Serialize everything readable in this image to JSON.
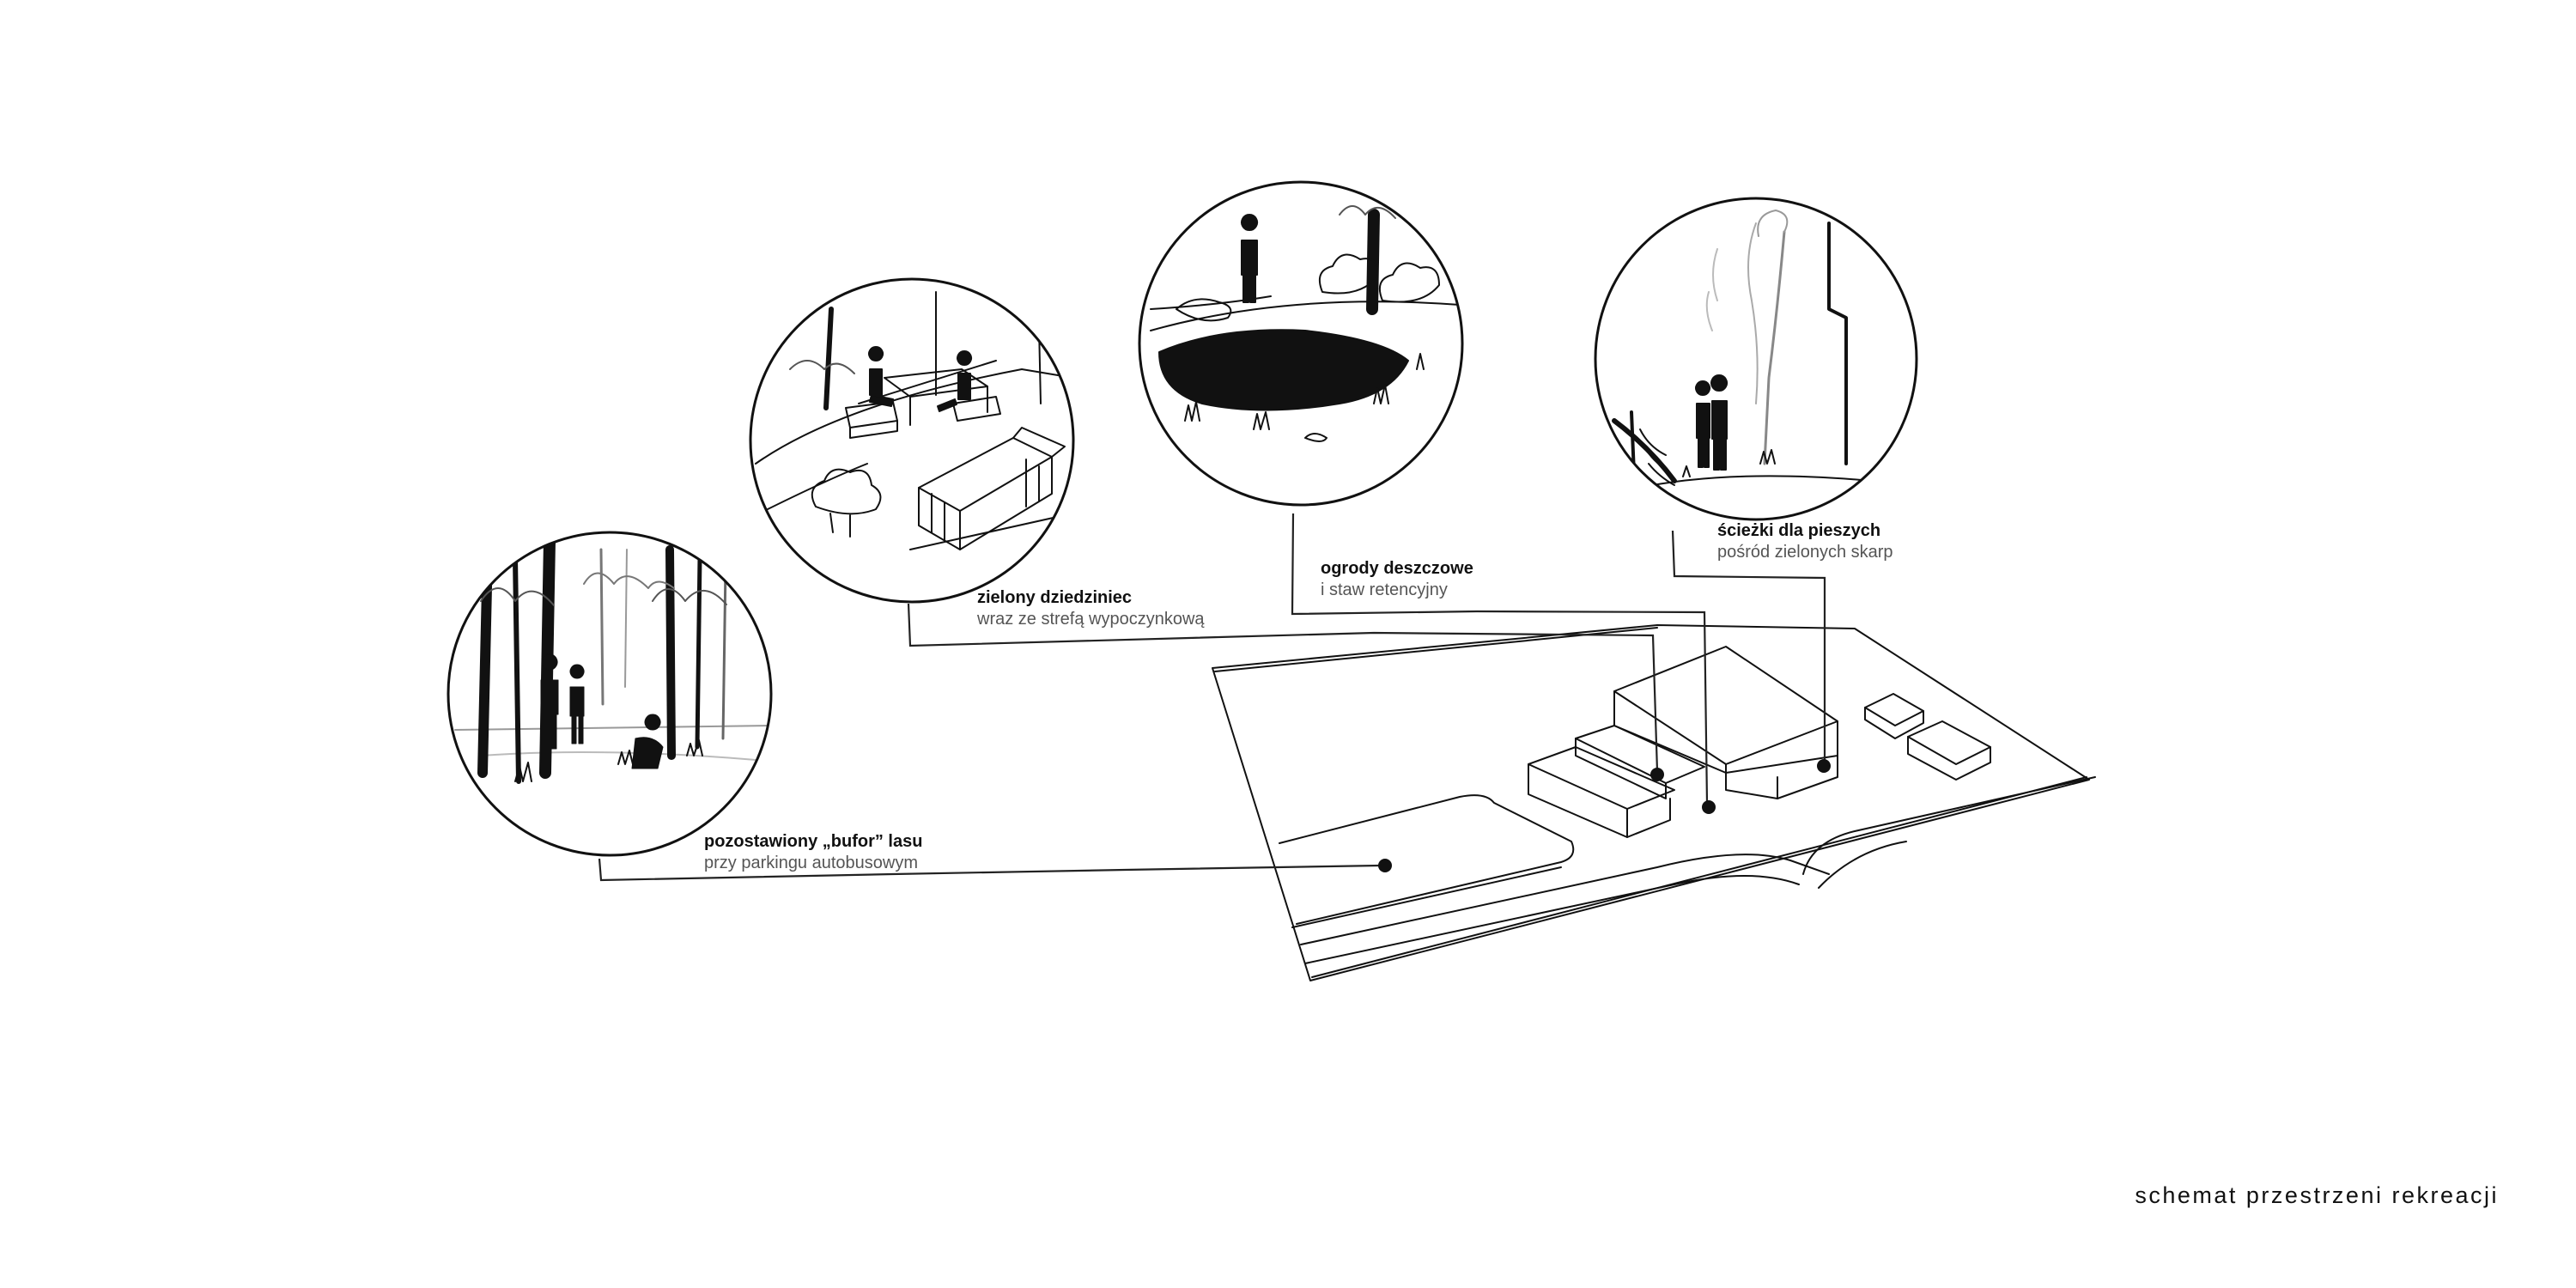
{
  "caption": "schemat przestrzeni rekreacji",
  "colors": {
    "ink": "#111111",
    "subtext": "#555555",
    "background": "#ffffff"
  },
  "vignettes": [
    {
      "id": "forest",
      "title": "pozostawiony „bufor” lasu",
      "subtitle": "przy parkingu autobusowym"
    },
    {
      "id": "courtyard",
      "title": "zielony dziedziniec",
      "subtitle": "wraz ze strefą wypoczynkową"
    },
    {
      "id": "rain-garden",
      "title": "ogrody deszczowe",
      "subtitle": "i staw retencyjny"
    },
    {
      "id": "paths",
      "title": "ścieżki dla pieszych",
      "subtitle": "pośród zielonych skarp"
    }
  ]
}
